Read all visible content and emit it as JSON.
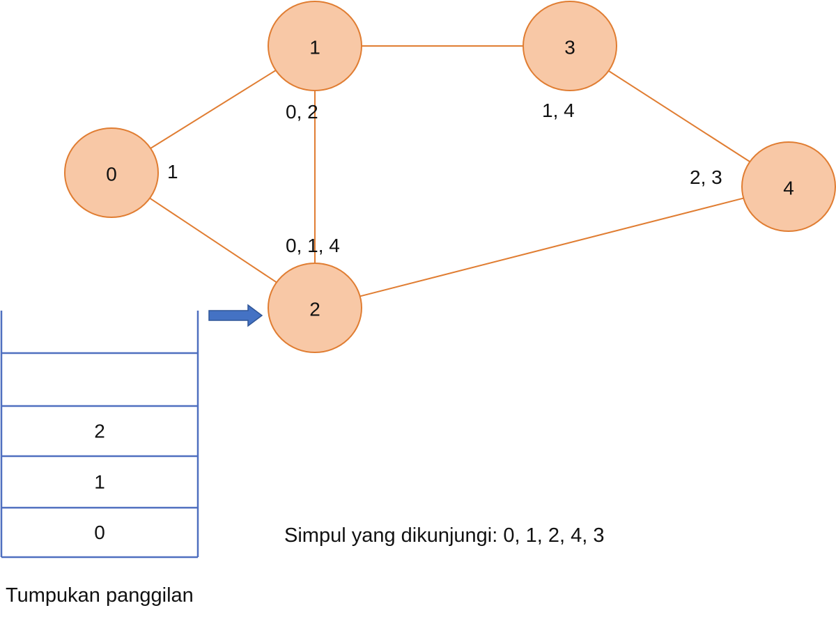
{
  "colors": {
    "node_fill": "#f8c8a6",
    "node_stroke": "#e07d32",
    "edge": "#e07d32",
    "stack_line": "#4f6fbf",
    "arrow": "#4472c4",
    "arrow_stroke": "#2f5597",
    "text": "#111111"
  },
  "graph": {
    "nodes": [
      {
        "id": "0",
        "label": "0"
      },
      {
        "id": "1",
        "label": "1"
      },
      {
        "id": "2",
        "label": "2"
      },
      {
        "id": "3",
        "label": "3"
      },
      {
        "id": "4",
        "label": "4"
      }
    ],
    "edges": [
      {
        "from": "0",
        "to": "1"
      },
      {
        "from": "0",
        "to": "2"
      },
      {
        "from": "1",
        "to": "2"
      },
      {
        "from": "1",
        "to": "3"
      },
      {
        "from": "3",
        "to": "4"
      },
      {
        "from": "2",
        "to": "4"
      }
    ],
    "adjacency_labels": [
      {
        "node": "0",
        "text": "1"
      },
      {
        "node": "1",
        "text": "0, 2"
      },
      {
        "node": "3",
        "text": "1, 4"
      },
      {
        "node": "4",
        "text": "2, 3"
      },
      {
        "node": "2",
        "text": "0, 1, 4"
      }
    ]
  },
  "stack": {
    "cells": [
      "",
      "",
      "2",
      "1",
      "0"
    ],
    "caption": "Tumpukan panggilan"
  },
  "visited_caption": "Simpul yang dikunjungi: 0, 1, 2, 4, 3"
}
